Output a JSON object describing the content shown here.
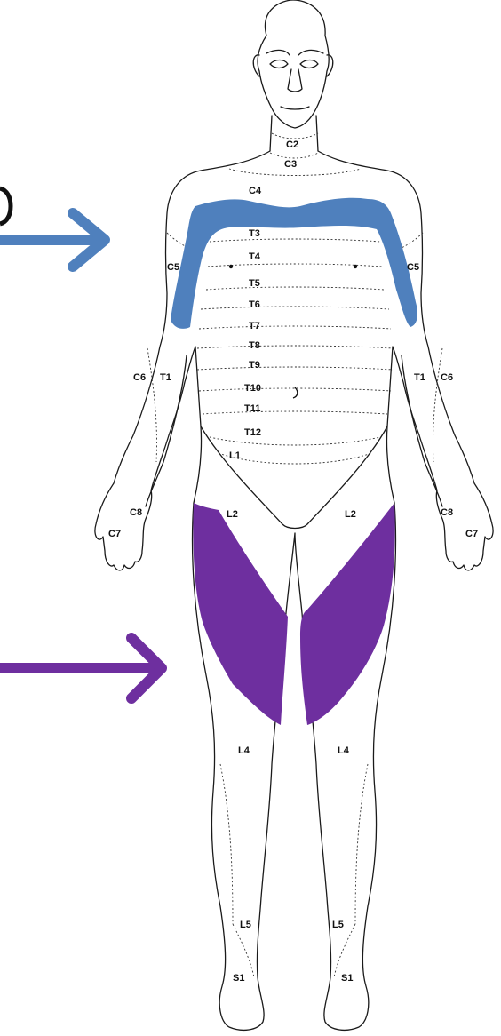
{
  "diagram": {
    "colors": {
      "shoulder_band": "#4f80bd",
      "thigh_region": "#6e2f9f",
      "blue_arrow": "#4f80bd",
      "purple_arrow": "#6e2f9f",
      "outline": "#1a1a1a"
    },
    "labels": {
      "c2": "C2",
      "c3": "C3",
      "c4": "C4",
      "t3": "T3",
      "t4": "T4",
      "t5": "T5",
      "t6": "T6",
      "t7": "T7",
      "t8": "T8",
      "t9": "T9",
      "t10": "T10",
      "t11": "T11",
      "t12": "T12",
      "l1": "L1",
      "c5_right": "C5",
      "c5_left": "C5",
      "c6_right": "C6",
      "t1_right": "T1",
      "t1_left": "T1",
      "c6_left": "C6",
      "c8_right": "C8",
      "c7_right": "C7",
      "c8_left": "C8",
      "c7_left": "C7",
      "l2_right": "L2",
      "l2_left": "L2",
      "l4_right": "L4",
      "l4_left": "L4",
      "l5_right": "L5",
      "l5_left": "L5",
      "s1_right": "S1",
      "s1_left": "S1"
    }
  }
}
